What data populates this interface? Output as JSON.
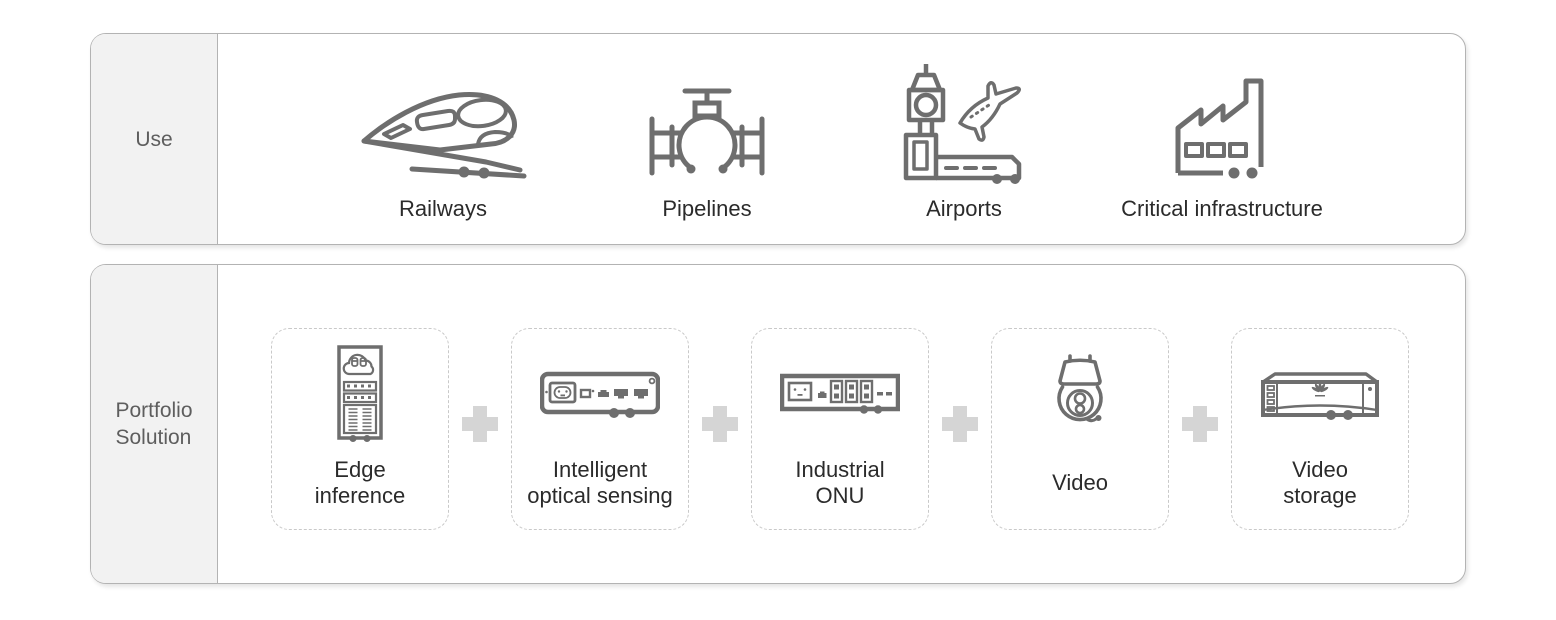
{
  "colors": {
    "background": "#ffffff",
    "panel_border": "#b3b3b3",
    "row_label_background": "#f2f2f2",
    "row_label_text": "#5e5e5e",
    "item_text": "#2b2b2b",
    "icon_stroke": "#6e6e6e",
    "dashed_box_border": "#c9c9c9",
    "plus_connector": "#d5d5d5"
  },
  "use_row": {
    "label": "Use",
    "items": [
      {
        "label": "Railways",
        "icon": "train-icon"
      },
      {
        "label": "Pipelines",
        "icon": "pipeline-valve-icon"
      },
      {
        "label": "Airports",
        "icon": "airport-tower-plane-icon"
      },
      {
        "label": "Critical infrastructure",
        "icon": "factory-icon"
      }
    ]
  },
  "portfolio_row": {
    "label": "Portfolio Solution",
    "label_lines": [
      "Portfolio",
      "Solution"
    ],
    "connector": "plus",
    "items": [
      {
        "label": "Edge inference",
        "lines": [
          "Edge",
          "inference"
        ],
        "icon": "edge-inference-server-icon"
      },
      {
        "label": "Intelligent optical sensing",
        "lines": [
          "Intelligent",
          "optical sensing"
        ],
        "icon": "optical-sensing-device-icon"
      },
      {
        "label": "Industrial ONU",
        "lines": [
          "Industrial",
          "ONU"
        ],
        "icon": "industrial-onu-device-icon"
      },
      {
        "label": "Video",
        "lines": [
          "Video"
        ],
        "icon": "ptz-camera-icon"
      },
      {
        "label": "Video storage",
        "lines": [
          "Video",
          "storage"
        ],
        "icon": "video-storage-device-icon"
      }
    ]
  }
}
